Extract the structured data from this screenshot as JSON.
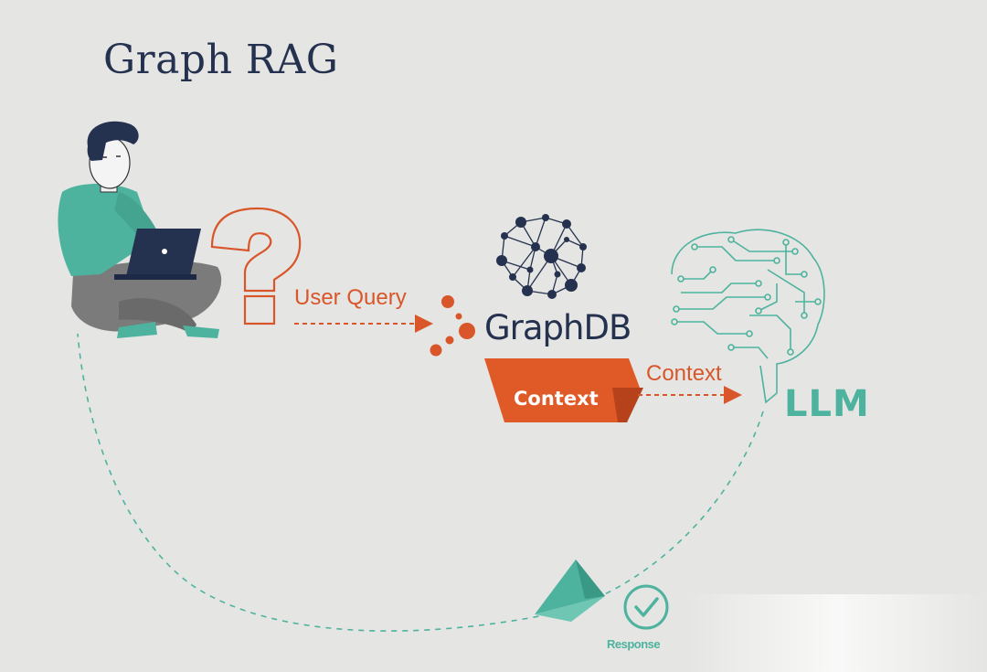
{
  "title": "Graph RAG",
  "labels": {
    "user_query": "User Query",
    "graphdb": "GraphDB",
    "context_box": "Context",
    "context_arrow": "Context",
    "llm": "LLM",
    "response": "Response"
  },
  "colors": {
    "background": "#e5e5e3",
    "navy": "#25324f",
    "orange": "#d9562a",
    "teal": "#4db39e"
  },
  "icons": [
    "person-laptop-icon",
    "question-mark-icon",
    "graphdb-logo-icon",
    "network-graph-icon",
    "brain-circuit-icon",
    "paper-plane-icon",
    "check-circle-icon"
  ]
}
